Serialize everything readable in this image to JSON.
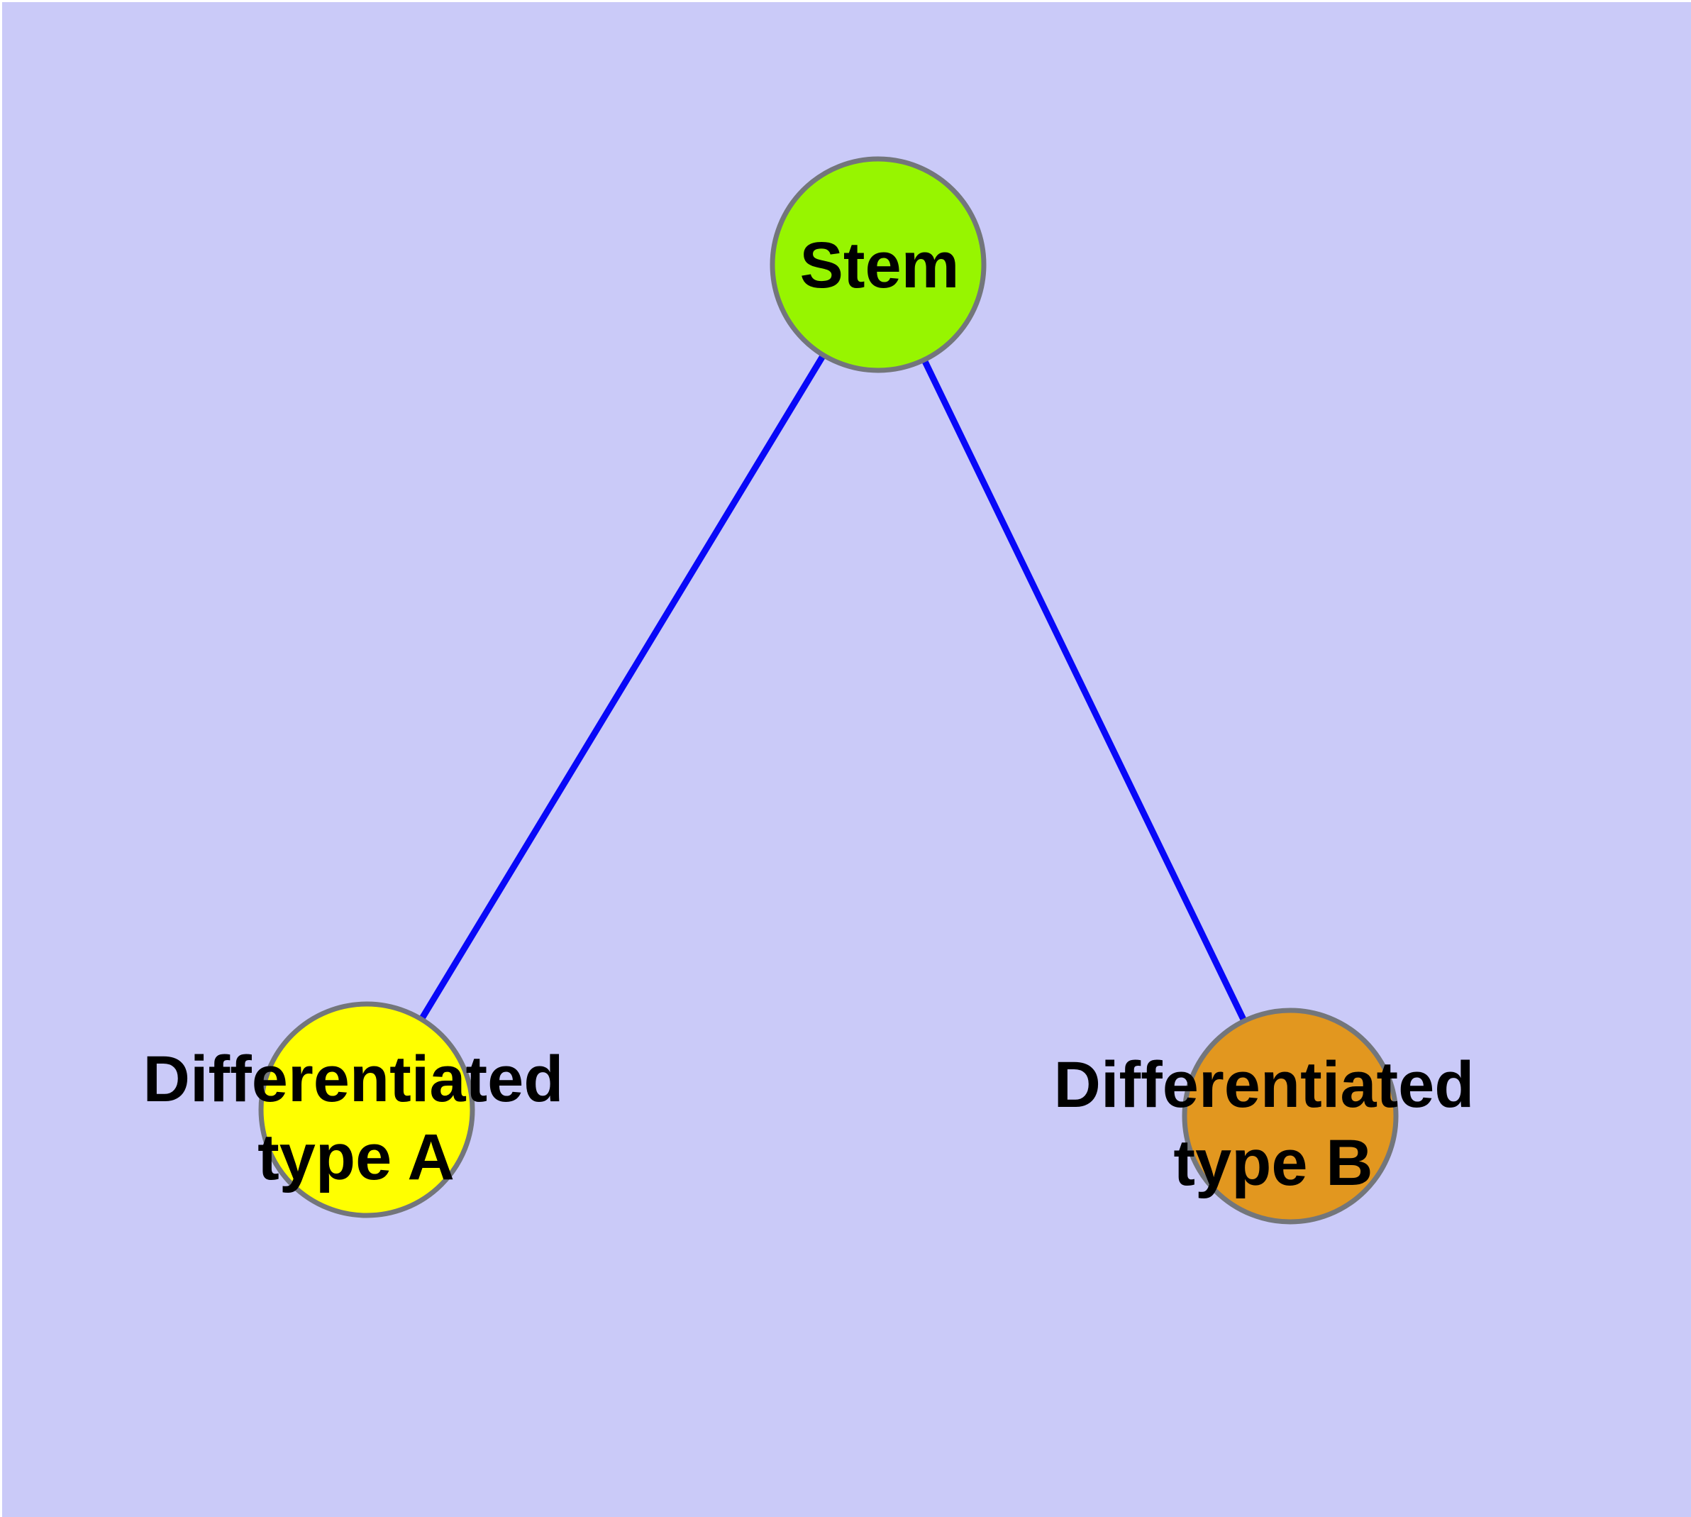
{
  "colors": {
    "page-margin": "#FFFFFF",
    "background": "#CACAF8",
    "edge": "#0808F8",
    "node-border": "#73767B",
    "node-stem-fill": "#97F500",
    "node-type-a-fill": "#FFFF00",
    "node-type-b-fill": "#E2971F",
    "label-text": "#000000"
  },
  "graph": {
    "type": "node-link-diagram",
    "description": "Stem cell differentiation hierarchy: one stem node connected to two differentiated cell type nodes",
    "nodes": [
      {
        "id": "stem",
        "label": "Stem",
        "line1": "Stem",
        "line2": "",
        "fill": "#97F500",
        "shape": "circle"
      },
      {
        "id": "type-a",
        "label": "Differentiated type A",
        "line1": "Differentiated",
        "line2": "type A",
        "fill": "#FFFF00",
        "shape": "circle"
      },
      {
        "id": "type-b",
        "label": "Differentiated type B",
        "line1": "Differentiated",
        "line2": "type B",
        "fill": "#E2971F",
        "shape": "circle"
      }
    ],
    "edges": [
      {
        "from": "stem",
        "to": "type-a",
        "color": "#0808F8"
      },
      {
        "from": "stem",
        "to": "type-b",
        "color": "#0808F8"
      }
    ]
  }
}
